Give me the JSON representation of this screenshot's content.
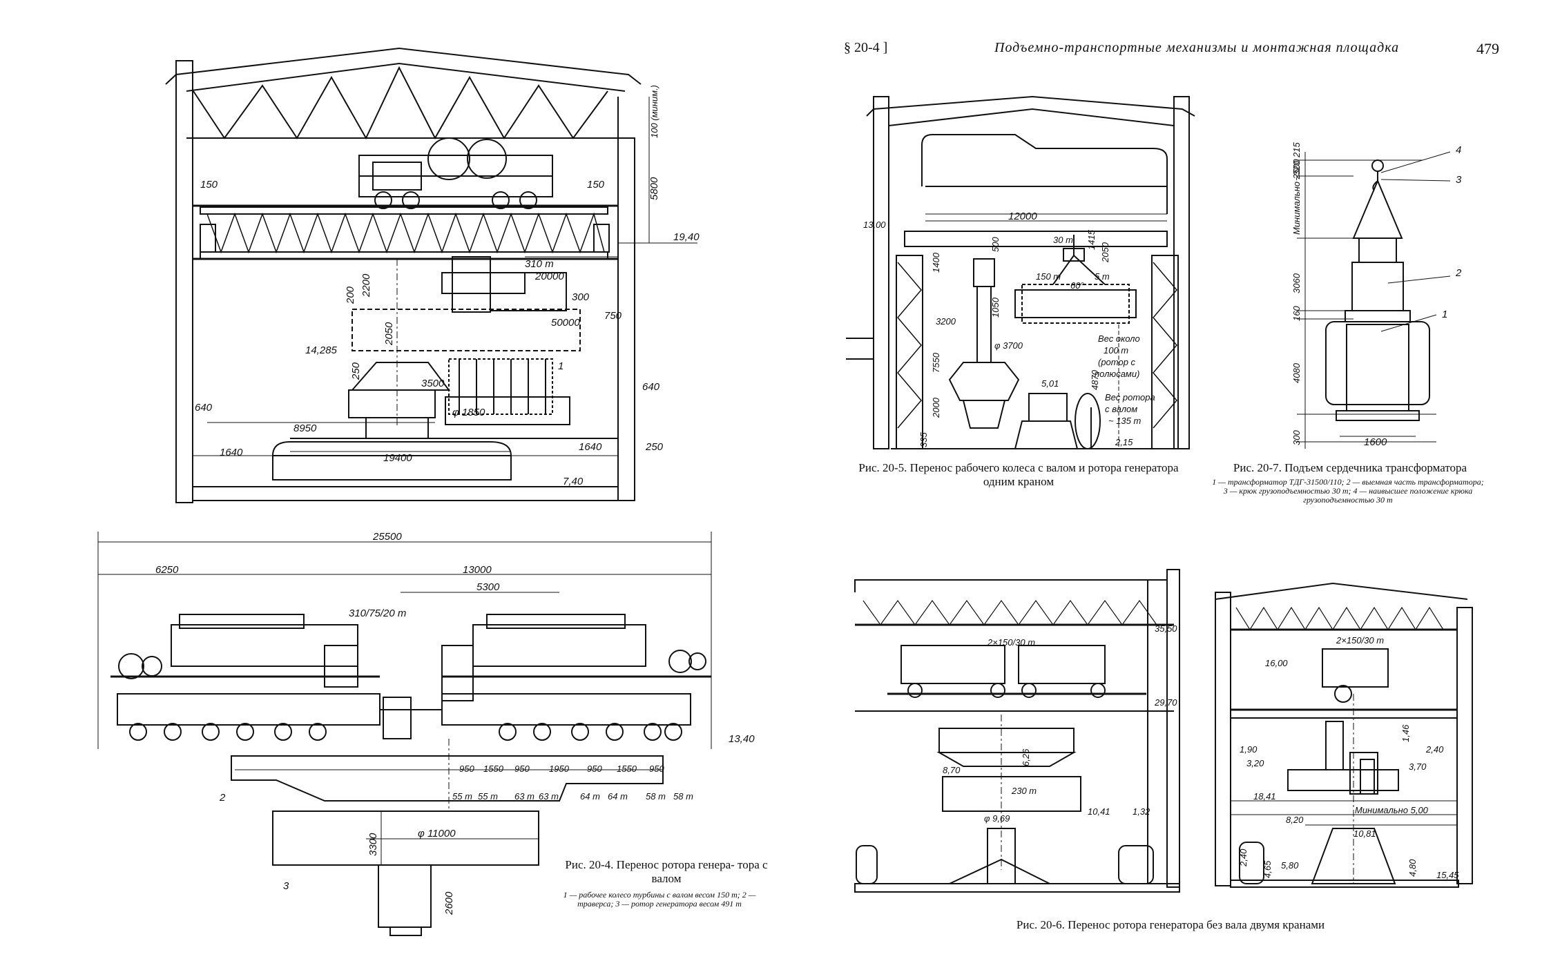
{
  "header": {
    "section": "§ 20-4 ]",
    "title": "Подъемно-транспортные механизмы и монтажная площадка",
    "page_number": "479"
  },
  "fig_20_4": {
    "caption": "Рис. 20-4. Перенос ротора генера- тора с валом",
    "legend": "1 — рабочее колесо турбины с валом весом 150 т; 2 — траверса; 3 — ротор генератора весом 491 т",
    "dims_top": [
      "150",
      "150",
      "5800",
      "100 (миним.)",
      "19,40",
      "310 т",
      "20000",
      "300",
      "750",
      "50000",
      "2050",
      "2200",
      "200",
      "250",
      "14,285",
      "3500",
      "φ 1850",
      "640",
      "640",
      "8950",
      "19400",
      "1640",
      "1640",
      "250",
      "7,40",
      "1"
    ],
    "dims_bottom": [
      "25500",
      "6250",
      "13000",
      "5300",
      "310/75/20 т",
      "13,40",
      "950",
      "1550",
      "950",
      "1950",
      "950",
      "1550",
      "950",
      "55 т",
      "55 т",
      "63 т",
      "63 т",
      "64 т",
      "64 т",
      "58 т",
      "58 т",
      "2",
      "3300",
      "φ 11000",
      "3",
      "2600"
    ]
  },
  "fig_20_5": {
    "caption": "Рис. 20-5. Перенос рабочего колеса с валом и ротора генератора одним краном",
    "dims": [
      "12000",
      "13,00",
      "1400",
      "500",
      "30 т",
      "1050",
      "3200",
      "φ 3700",
      "150 т",
      "60°",
      "5 т",
      "2050",
      "1415",
      "7550",
      "2000",
      "335",
      "5,01",
      "Вес около 100 т (ротор с полюсами)",
      "Вес ротора с валом ~ 135 т",
      "4870",
      "2,15"
    ]
  },
  "fig_20_6": {
    "caption": "Рис. 20-6. Перенос ротора генератора без вала двумя кранами",
    "dims": [
      "35,50",
      "2×150/30 т",
      "29,70",
      "2×150/30 т",
      "16,00",
      "8,70",
      "6,26",
      "230 т",
      "φ 9,69",
      "10,41",
      "1,32",
      "1,90",
      "3,20",
      "1,46",
      "2,40",
      "3,70",
      "18,41",
      "Минимально 5,00",
      "8,20",
      "10,81",
      "2,40",
      "4,65",
      "5,80",
      "4,80",
      "15,45"
    ]
  },
  "fig_20_7": {
    "caption": "Рис. 20-7. Подъем сердечника трансформатора",
    "legend": "1 — трансформатор ТДГ-31500/110; 2 — выемная часть трансформатора; 3 — крюк грузоподъемностью 30 т; 4 — наивысшее положение крюка грузоподъемностью 30 т",
    "dims": [
      "215",
      "~320",
      "Минимально 2500",
      "3060",
      "160",
      "4080",
      "300",
      "1600",
      "1",
      "2",
      "3",
      "4"
    ]
  }
}
